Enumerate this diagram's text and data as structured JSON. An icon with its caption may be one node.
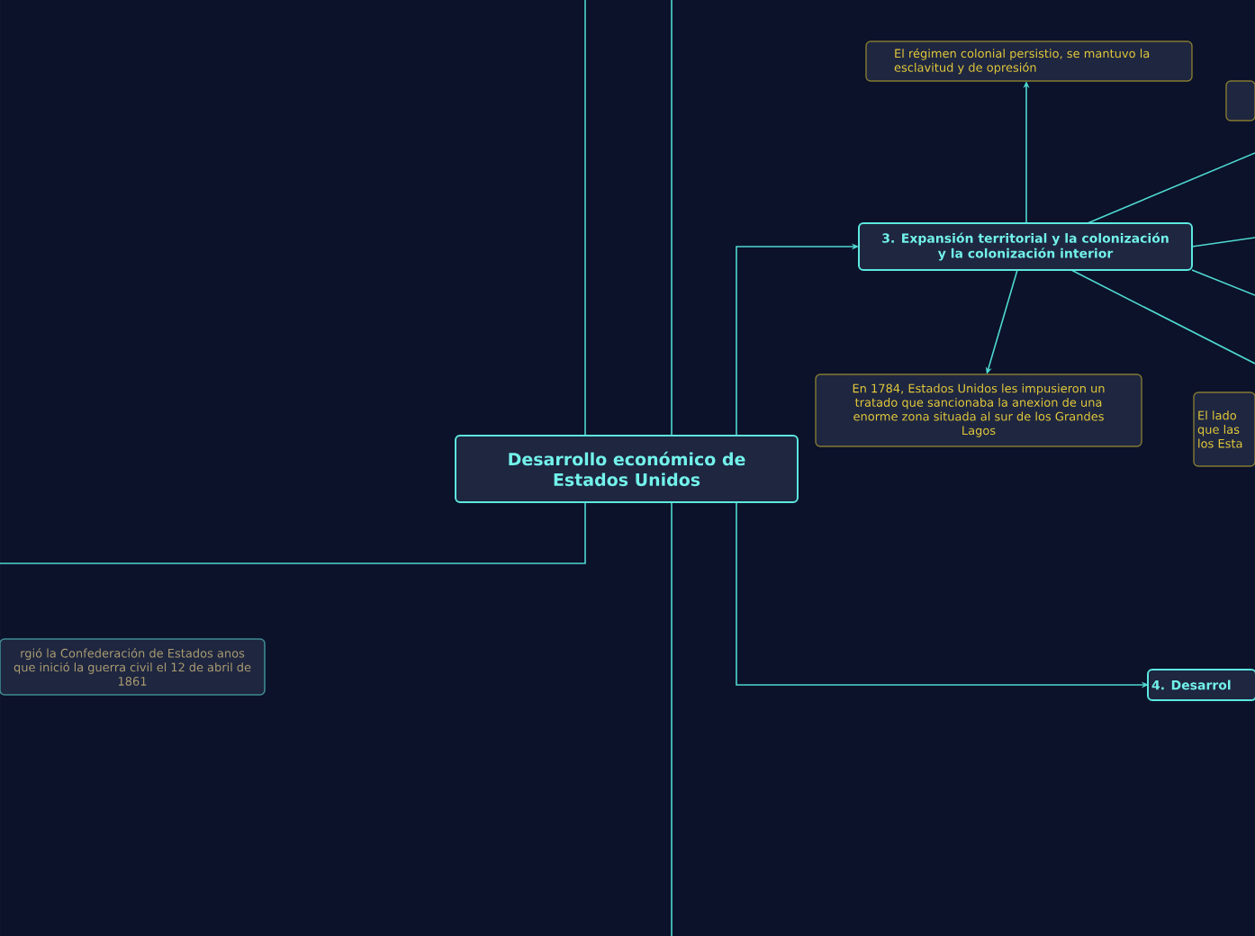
{
  "diagram": {
    "nodes": [
      {
        "text": [
          "Desarrollo económico de Estados Unidos"
        ]
      },
      {
        "text": [
          "3. Expansión territorial y la colonización y la colonización interior"
        ]
      },
      {
        "text": [
          "El régimen colonial persistio, se mantuvo la esclavitud y de opresión"
        ]
      },
      {
        "text": [],
        "shape": "box"
      },
      {
        "text": [
          "En 1784, Estados Unidos les impusieron un tratado que sancionaba la anexion de una enorme zona situada al sur de los Grandes Lagos"
        ]
      },
      {
        "text": [
          "El lado que las los Esta"
        ]
      },
      {
        "text": [
          "4. Desarrol"
        ]
      },
      {
        "text": [
          "rgió la Confederación de Estados anos que inició la guerra civil el 12 de abril de 1861"
        ]
      }
    ],
    "edges": [
      {
        "from": 0,
        "to": 1,
        "arrow": "to"
      },
      {
        "from": 0,
        "to": 6,
        "arrow": "to"
      },
      {
        "from": 0,
        "to": null,
        "arrow": "none"
      },
      {
        "from": 0,
        "to": null,
        "arrow": "none"
      },
      {
        "from": 0,
        "to": null,
        "arrow": "none"
      },
      {
        "from": 0,
        "to": null,
        "arrow": "none"
      },
      {
        "from": 1,
        "to": 2,
        "arrow": "to"
      },
      {
        "from": 1,
        "to": 4,
        "arrow": "to"
      },
      {
        "from": 1,
        "to": null,
        "arrow": "none"
      },
      {
        "from": 1,
        "to": null,
        "arrow": "none"
      },
      {
        "from": 1,
        "to": null,
        "arrow": "none"
      },
      {
        "from": 1,
        "to": null,
        "arrow": "none"
      }
    ]
  }
}
